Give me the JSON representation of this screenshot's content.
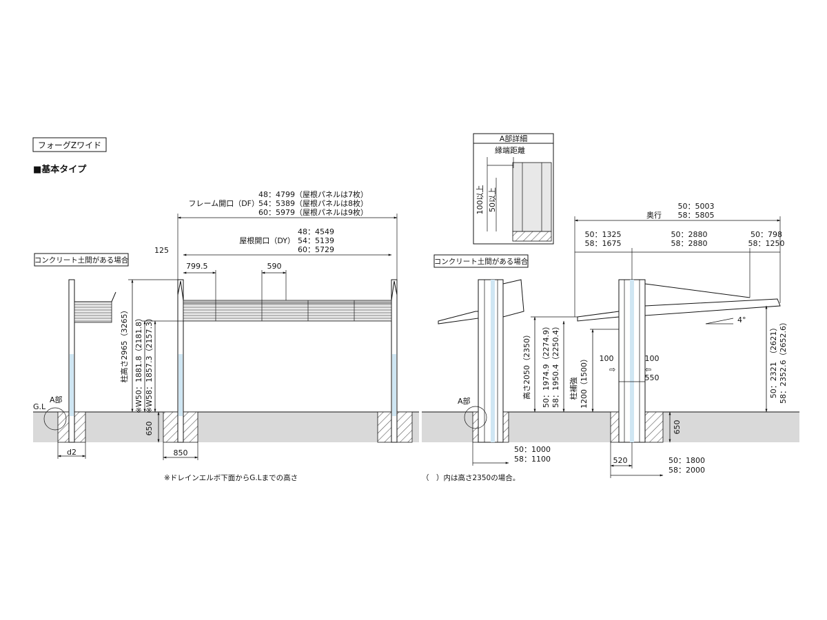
{
  "product_name": "フォーグZワイド",
  "section_title": "■基本タイプ",
  "left_view": {
    "concrete_note": "コンクリート土間がある場合",
    "frame_opening": {
      "label": "フレーム開口（DF）",
      "line1": "48：4799（屋根パネルは7枚）",
      "line2": "54：5389（屋根パネルは8枚）",
      "line3": "60：5979（屋根パネルは9枚）"
    },
    "roof_opening": {
      "label": "屋根開口（DY）",
      "line1": "48：4549",
      "line2": "54：5139",
      "line3": "60：5729"
    },
    "dim_125": "125",
    "dim_7995": "799.5",
    "dim_590": "590",
    "post_height": "柱高さ2965（3265）",
    "drain_w50": "※W50：1881.8（2181.8）",
    "drain_w58": "※W58：1857.3（2157.3）",
    "gl_label": "G.L",
    "a_label": "A部",
    "d2": "d2",
    "dim_850": "850",
    "dim_650": "650",
    "footnote": "※ドレインエルボ下面からG.Lまでの高さ"
  },
  "detail_a": {
    "title": "A部詳細",
    "edge_distance": "縁端距離",
    "min_100": "100以上",
    "min_50": "50以上"
  },
  "right_view": {
    "concrete_note": "コンクリート土間がある場合",
    "depth": {
      "label": "奥行",
      "line1": "50：5003",
      "line2": "58：5805"
    },
    "seg1": {
      "line1": "50：1325",
      "line2": "58：1675"
    },
    "seg2": {
      "line1": "50：2880",
      "line2": "58：2880"
    },
    "seg3": {
      "line1": "50：798",
      "line2": "58：1250"
    },
    "angle": "4°",
    "height": "高さ2050（2350）",
    "h50": "50：1974.9（2274.9）",
    "h58": "58：1950.4（2250.4）",
    "reinforce": "柱補強",
    "reinforce_val": "1200（1500）",
    "dim_100_left": "100",
    "dim_100_right": "100",
    "dim_550": "550",
    "r50": "50：2321　（2621）",
    "r58": "58：2352.6（2652.6）",
    "dim_650": "650",
    "a_label": "A部",
    "w1": "50：1000",
    "w2": "58：1100",
    "dim_520": "520",
    "w3": "50：1800",
    "w4": "58：2000",
    "footnote": "（　）内は高さ2350の場合。"
  }
}
